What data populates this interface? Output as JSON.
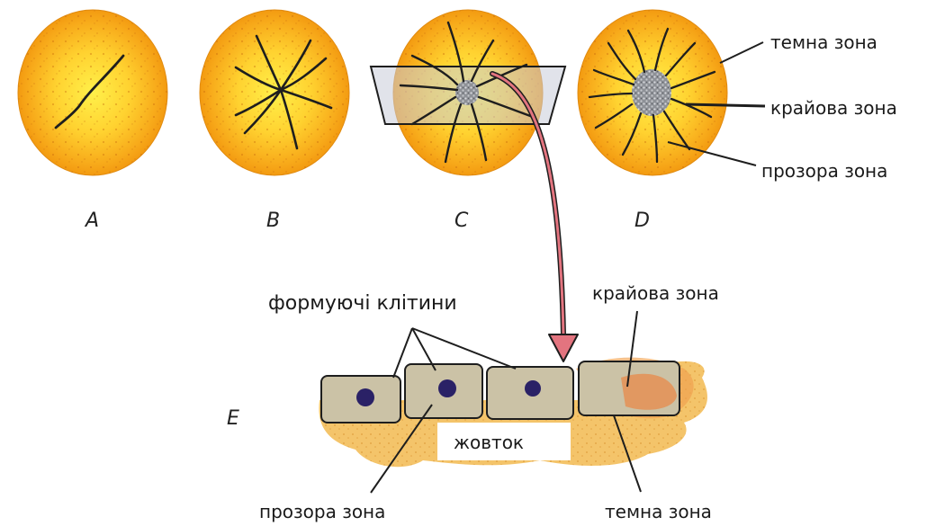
{
  "stages": {
    "a": "A",
    "b": "B",
    "c": "C",
    "d": "D",
    "e": "E"
  },
  "labels": {
    "dark_zone_top": "темна зона",
    "marginal_zone_top": "крайова зона",
    "clear_zone_top": "прозора зона",
    "forming_cells": "формуючі клітини",
    "marginal_zone_bottom": "крайова зона",
    "yolk": "жовток",
    "clear_zone_bottom": "прозора зона",
    "dark_zone_bottom": "темна зона"
  },
  "colors": {
    "disc_center": "#ffe63a",
    "disc_edge": "#f39a0c",
    "speckle": "#c96a0a",
    "arrow": "#e0707c",
    "cell_fill": "#cbc2a6",
    "nucleus": "#2a2166",
    "yolk": "#f4c46a"
  }
}
